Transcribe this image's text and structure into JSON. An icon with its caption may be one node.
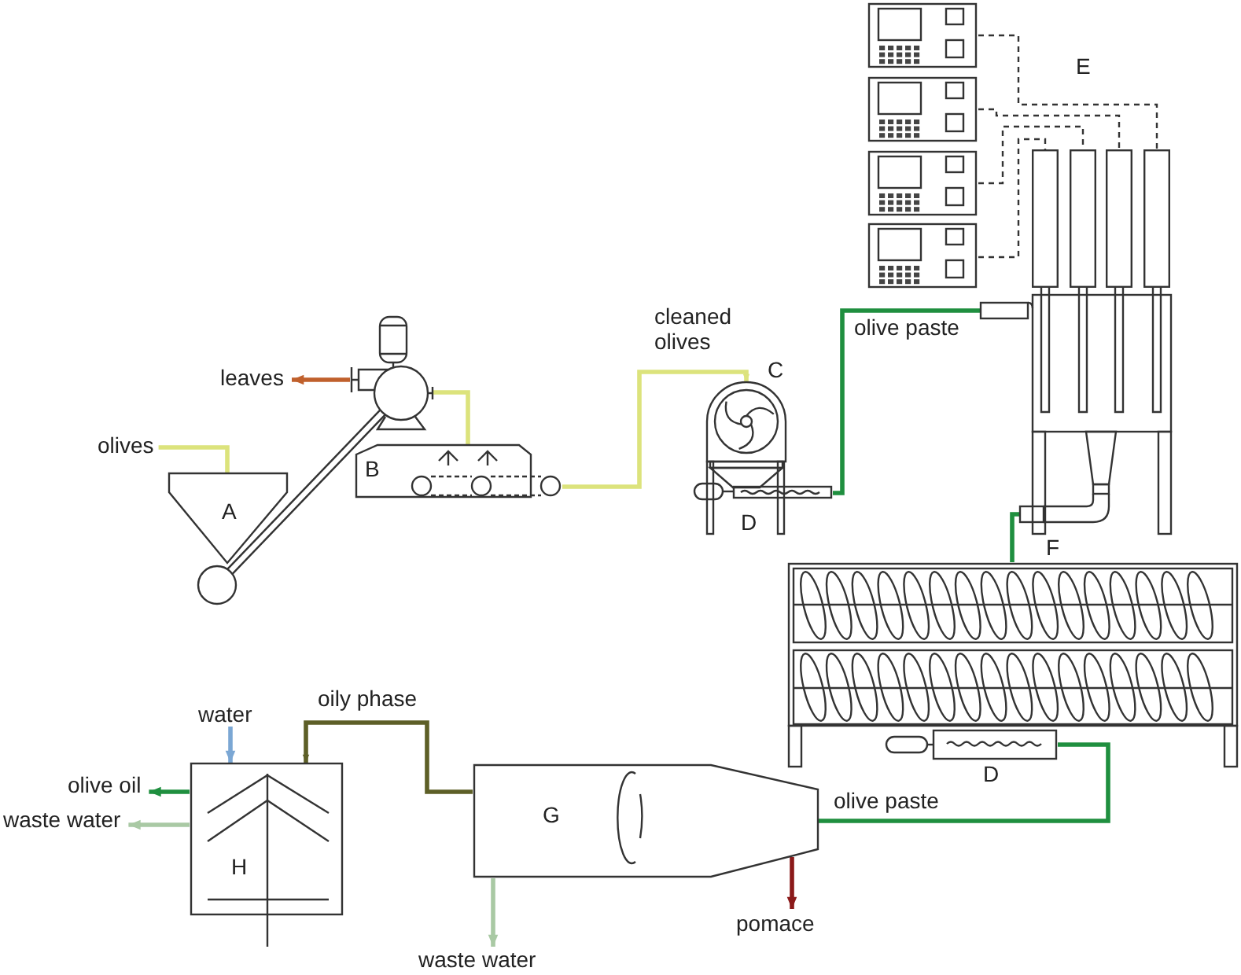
{
  "diagram": {
    "nodes": [
      {
        "text": [],
        "shape": "picture"
      },
      {
        "text": [],
        "shape": "picture"
      },
      {
        "text": [],
        "shape": "picture"
      },
      {
        "text": [],
        "shape": "picture"
      },
      {
        "text": [],
        "shape": "box"
      },
      {
        "text": [],
        "shape": "box"
      },
      {
        "text": [],
        "shape": "box"
      },
      {
        "text": [],
        "shape": "box"
      },
      {
        "text": [],
        "shape": "picture"
      },
      {
        "text": [
          "leaves"
        ]
      },
      {
        "text": [
          "olives"
        ]
      },
      {
        "text": [
          "B"
        ]
      },
      {
        "text": [
          "A"
        ]
      },
      {
        "text": [
          "C"
        ]
      },
      {
        "text": [
          "D"
        ]
      },
      {
        "text": [],
        "shape": "picture"
      },
      {
        "text": [
          "F"
        ]
      },
      {
        "text": [
          "D"
        ]
      },
      {
        "text": [
          "water"
        ]
      },
      {
        "text": [
          "H"
        ]
      },
      {
        "text": [
          "olive oil"
        ]
      },
      {
        "text": [
          "waste water"
        ]
      },
      {
        "text": [
          "G"
        ]
      },
      {
        "text": [
          "pomace"
        ]
      },
      {
        "text": [
          "waste water"
        ]
      }
    ],
    "edges": [
      {
        "from": 0,
        "to": 7,
        "arrow": "none",
        "style": "dashed"
      },
      {
        "from": 1,
        "to": 6,
        "arrow": "none",
        "style": "dashed"
      },
      {
        "from": 2,
        "to": 5,
        "arrow": "none",
        "style": "dashed"
      },
      {
        "from": 3,
        "to": 4,
        "arrow": "none",
        "style": "dashed"
      },
      {
        "from": 10,
        "to": 12,
        "arrow": "none",
        "color": "#dce37c"
      },
      {
        "from": 12,
        "to": 8,
        "arrow": "none"
      },
      {
        "from": 8,
        "to": 9,
        "arrow": "to",
        "color": "#c0602c"
      },
      {
        "from": 8,
        "to": 11,
        "arrow": "none",
        "color": "#dce37c"
      },
      {
        "from": 11,
        "to": 13,
        "arrow": "to",
        "label": "cleaned olives",
        "color": "#dce37c"
      },
      {
        "from": 14,
        "to": 15,
        "arrow": "none",
        "label": "olive paste",
        "color": "#1f8f3f"
      },
      {
        "from": 15,
        "to": 16,
        "arrow": "none",
        "color": "#1f8f3f"
      },
      {
        "from": 17,
        "to": 22,
        "arrow": "none",
        "label": "olive paste",
        "color": "#1f8f3f"
      },
      {
        "from": 22,
        "to": 23,
        "arrow": "to",
        "color": "#8b1a1a"
      },
      {
        "from": 22,
        "to": 24,
        "arrow": "to",
        "color": "#a9c9a4"
      },
      {
        "from": 22,
        "to": 19,
        "arrow": "to",
        "label": "oily phase",
        "color": "#5d5f27"
      },
      {
        "from": 18,
        "to": 19,
        "arrow": "to",
        "color": "#7ba7d4"
      },
      {
        "from": 19,
        "to": 20,
        "arrow": "to",
        "color": "#1f8f3f"
      },
      {
        "from": 19,
        "to": 21,
        "arrow": "to",
        "color": "#a9c9a4"
      }
    ],
    "labels": [
      "E"
    ]
  }
}
